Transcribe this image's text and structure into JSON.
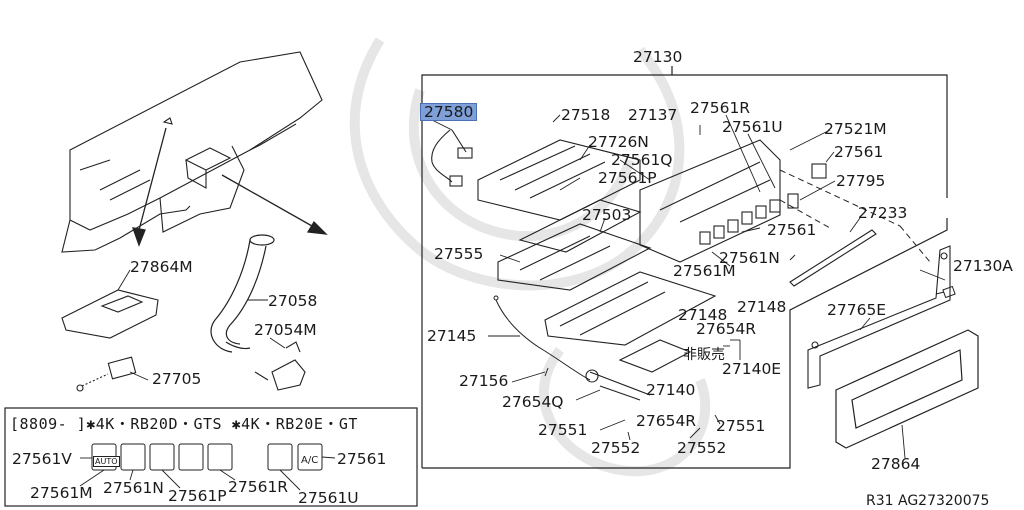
{
  "parts": {
    "p27130": "27130",
    "p27580": "27580",
    "p27518": "27518",
    "p27137": "27137",
    "p27561R": "27561R",
    "p27561U": "27561U",
    "p27521M": "27521M",
    "p27726N": "27726N",
    "p27561Q": "27561Q",
    "p27561": "27561",
    "p27561P": "27561P",
    "p27795": "27795",
    "p27503": "27503",
    "p27233": "27233",
    "p27561_b": "27561",
    "p27555": "27555",
    "p27561N": "27561N",
    "p27561M": "27561M",
    "p27130A": "27130A",
    "p27148_a": "27148",
    "p27148_b": "27148",
    "p27145": "27145",
    "p27654R_a": "27654R",
    "p27765E": "27765E",
    "p27140E": "27140E",
    "p27156": "27156",
    "p27140": "27140",
    "p27654Q": "27654Q",
    "p27654R_b": "27654R",
    "p27551_a": "27551",
    "p27551_b": "27551",
    "p27552_a": "27552",
    "p27552_b": "27552",
    "p27864": "27864",
    "p27864M": "27864M",
    "p27058": "27058",
    "p27054M": "27054M",
    "p27705": "27705",
    "not_sold": "非販売"
  },
  "legend": {
    "title": "[8809- ]✱4K・RB20D・GTS ✱4K・RB20E・GT",
    "k27561V": "27561V",
    "k27561M": "27561M",
    "k27561N": "27561N",
    "k27561P": "27561P",
    "k27561R": "27561R",
    "k27561U": "27561U",
    "k27561": "27561",
    "key_auto": "AUTO",
    "key_ac": "A/C"
  },
  "footer": {
    "ref": "R31 AG27320075"
  },
  "colors": {
    "highlight": "#7f9fd8",
    "ink": "#1a1a1a",
    "watermark": "#e6e6e6"
  }
}
